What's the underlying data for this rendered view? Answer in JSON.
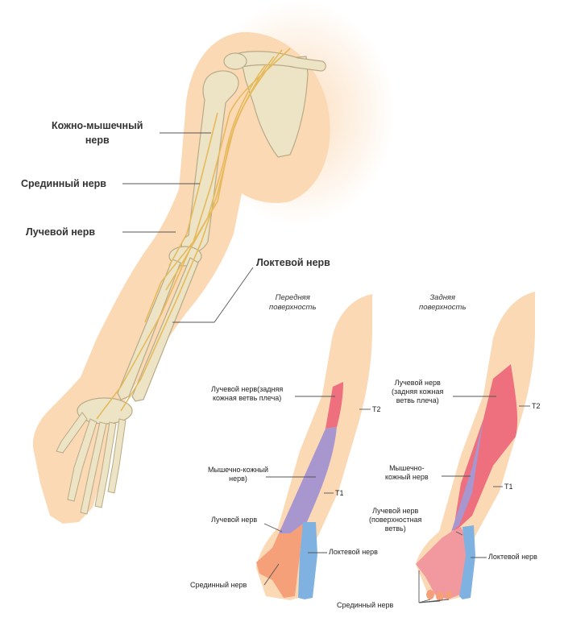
{
  "main_labels": {
    "musculocutaneous": [
      "Кожно-мышечный",
      "нерв"
    ],
    "median": "Срединный нерв",
    "radial": "Лучевой нерв",
    "ulnar": "Локтевой нерв"
  },
  "front_view": {
    "title": [
      "Передняя",
      "поверхность"
    ],
    "radial_posterior": [
      "Лучевой нерв(задняя",
      "кожная ветвь плеча)"
    ],
    "t2": "T2",
    "musculocutaneous": [
      "Мышечно-кожный",
      "нерв)"
    ],
    "t1": "T1",
    "radial": "Лучевой нерв",
    "ulnar": "Локтевой нерв",
    "median": "Срединный нерв"
  },
  "back_view": {
    "title": [
      "Задняя",
      "поверхность"
    ],
    "radial_posterior": [
      "Лучевой нерв",
      "(задняя кожная",
      "ветвь плеча)"
    ],
    "t2": "T2",
    "musculocutaneous": [
      "Мышечно-",
      "кожный нерв"
    ],
    "t1": "T1",
    "radial_superficial": [
      "Лучевой нерв",
      "(поверхностная",
      "ветвь)"
    ],
    "ulnar": "Локтевой нерв",
    "median": "Срединный нерв"
  },
  "colors": {
    "skin": "#fbd9b5",
    "bone": "#ede4c6",
    "nerve": "#e6b95c",
    "radial_zone": "#ee6f7e",
    "musculocutaneous_zone": "#a896cf",
    "ulnar_zone": "#7fb2e0",
    "median_zone": "#f6a07a",
    "leader_line": "#555555"
  }
}
